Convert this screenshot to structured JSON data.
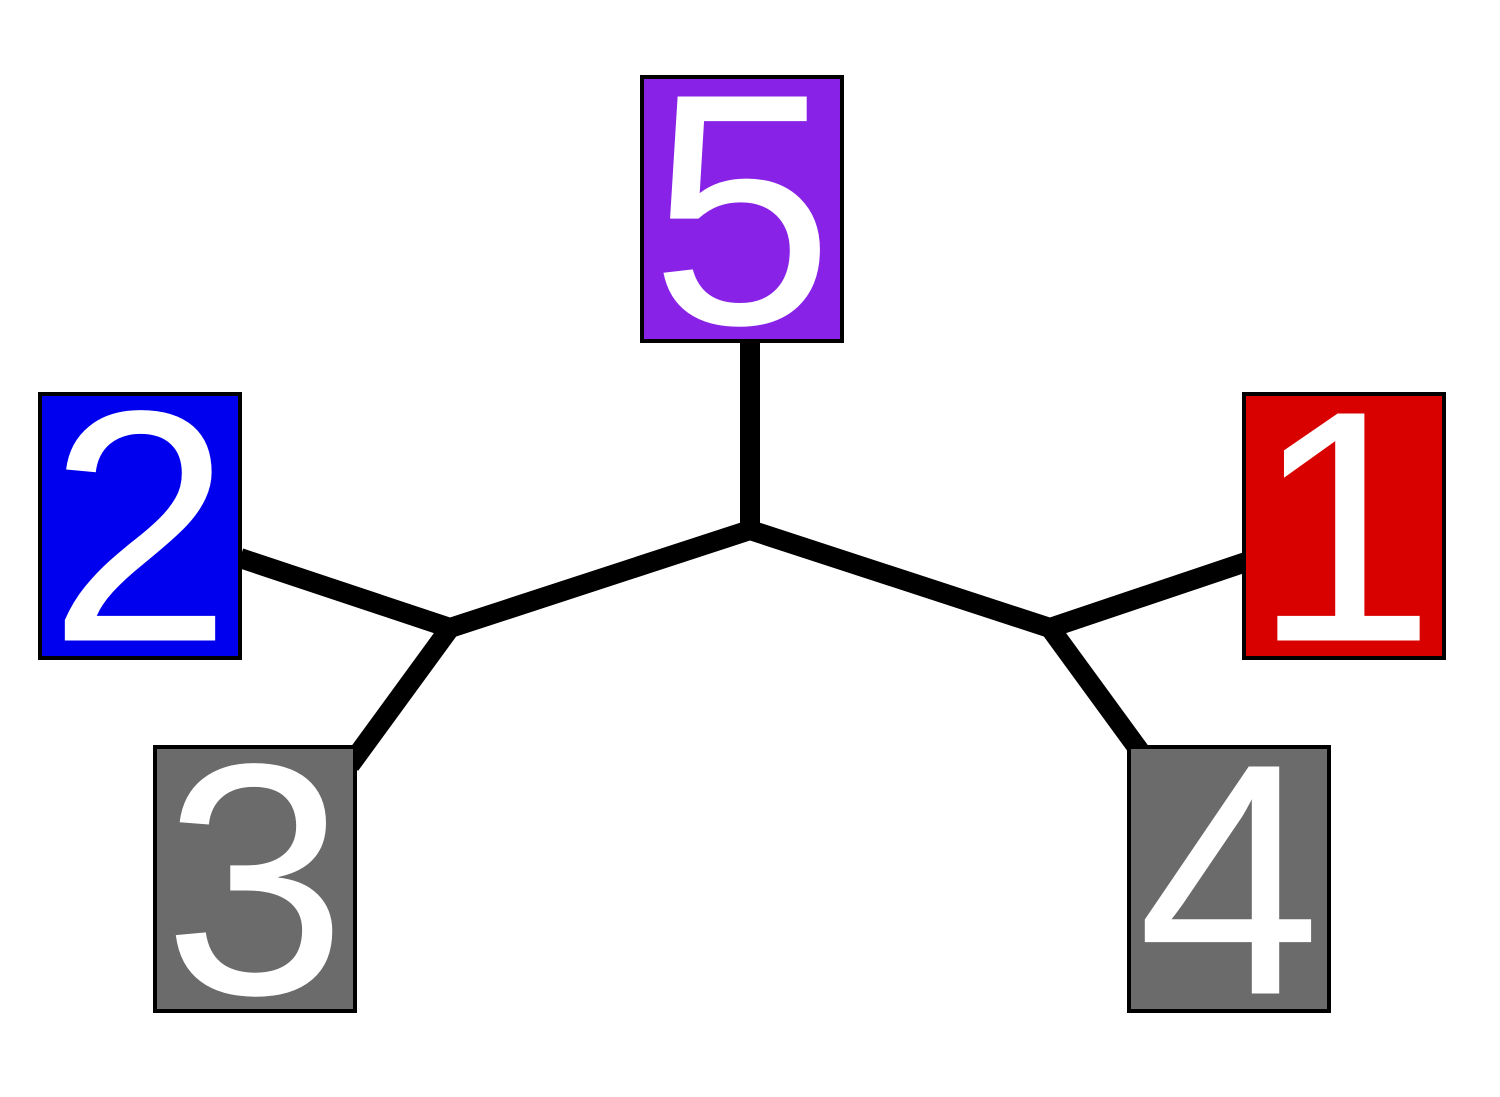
{
  "diagram": {
    "nodes": [
      {
        "id": "n1",
        "label": "1",
        "color": "#d90000"
      },
      {
        "id": "n2",
        "label": "2",
        "color": "#0000ee"
      },
      {
        "id": "n3",
        "label": "3",
        "color": "#6b6b6b"
      },
      {
        "id": "n4",
        "label": "4",
        "color": "#6b6b6b"
      },
      {
        "id": "n5",
        "label": "5",
        "color": "#8822e6"
      }
    ],
    "edges": [
      [
        "j_center",
        "n5"
      ],
      [
        "j_center",
        "j_left"
      ],
      [
        "j_center",
        "j_right"
      ],
      [
        "j_left",
        "n2"
      ],
      [
        "j_left",
        "n3"
      ],
      [
        "j_right",
        "n1"
      ],
      [
        "j_right",
        "n4"
      ]
    ],
    "edge_color": "#000000"
  }
}
